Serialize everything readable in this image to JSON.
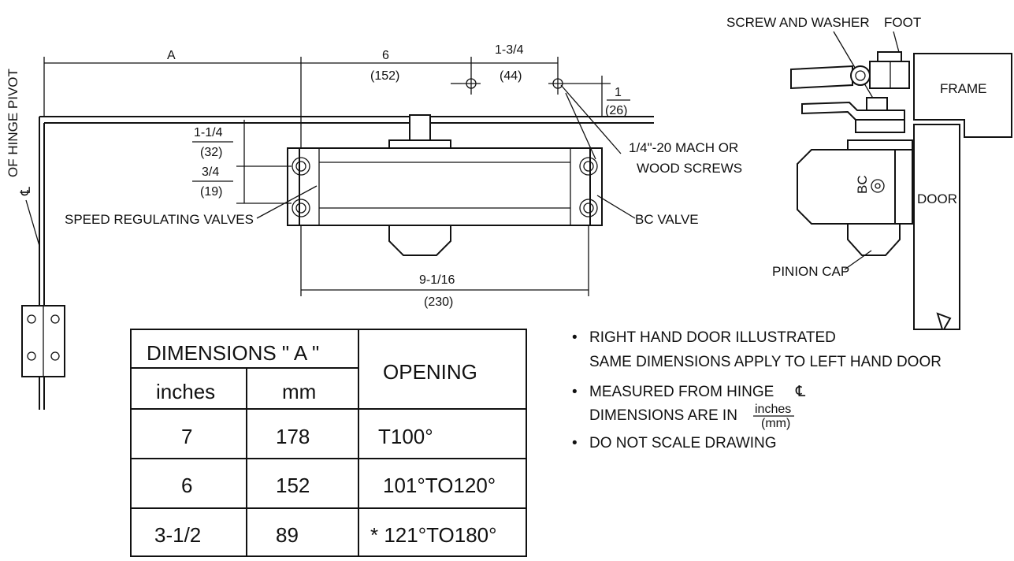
{
  "dimensions": {
    "a": "A",
    "six_in": "6",
    "six_mm": "(152)",
    "one34_in": "1-3/4",
    "one34_mm": "(44)",
    "one_in": "1",
    "one_mm": "(26)",
    "one14_in": "1-1/4",
    "one14_mm": "(32)",
    "three4_in": "3/4",
    "three4_mm": "(19)",
    "nine116_in": "9-1/16",
    "nine116_mm": "(230)"
  },
  "labels": {
    "hinge_pivot": "OF HINGE PIVOT",
    "mach_screws_1": "1/4\"-20 MACH OR",
    "mach_screws_2": "WOOD SCREWS",
    "speed_valves": "SPEED REGULATING VALVES",
    "bc_valve": "BC VALVE",
    "screw_washer": "SCREW AND WASHER",
    "foot": "FOOT",
    "frame": "FRAME",
    "door": "DOOR",
    "pinion_cap": "PINION CAP",
    "bc": "BC"
  },
  "table": {
    "header_dim": "DIMENSIONS \" A \"",
    "header_opening": "OPENING",
    "sub_inches": "inches",
    "sub_mm": "mm",
    "rows": [
      {
        "inches": "7",
        "mm": "178",
        "opening": "T100°"
      },
      {
        "inches": "6",
        "mm": "152",
        "opening": "101°TO120°"
      },
      {
        "inches": "3-1/2",
        "mm": "89",
        "opening": "* 121°TO180°"
      }
    ]
  },
  "notes": {
    "n1a": "RIGHT HAND DOOR ILLUSTRATED",
    "n1b": "SAME DIMENSIONS APPLY TO LEFT HAND DOOR",
    "n2a": "MEASURED FROM HINGE",
    "n2b": "DIMENSIONS ARE IN",
    "n2_frac_top": "inches",
    "n2_frac_bottom": "(mm)",
    "n3": "DO NOT SCALE DRAWING",
    "bullet": "•",
    "centerline": "℄"
  }
}
